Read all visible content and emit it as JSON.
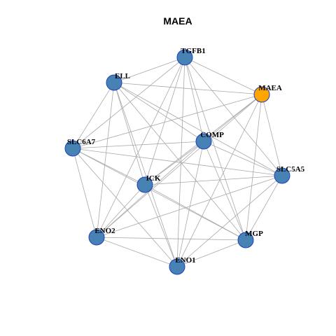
{
  "title": "MAEA",
  "colors": {
    "node_default": "#4682b4",
    "node_focus": "#ffa500",
    "node_border": "#1f3fbf",
    "edge": "#a9a9a9"
  },
  "focus_node": "MAEA",
  "nodes": [
    {
      "id": "TGFB1",
      "label": "TGFB1"
    },
    {
      "id": "ELL",
      "label": "ELL"
    },
    {
      "id": "MAEA",
      "label": "MAEA"
    },
    {
      "id": "COMP",
      "label": "COMP"
    },
    {
      "id": "SLC6A7",
      "label": "SLC6A7"
    },
    {
      "id": "SLC5A5",
      "label": "SLC5A5"
    },
    {
      "id": "ICK",
      "label": "ICK"
    },
    {
      "id": "ENO2",
      "label": "ENO2"
    },
    {
      "id": "MGP",
      "label": "MGP"
    },
    {
      "id": "ENO1",
      "label": "ENO1"
    }
  ],
  "edges": [
    [
      "TGFB1",
      "ELL"
    ],
    [
      "TGFB1",
      "MAEA"
    ],
    [
      "TGFB1",
      "COMP"
    ],
    [
      "TGFB1",
      "SLC6A7"
    ],
    [
      "TGFB1",
      "SLC5A5"
    ],
    [
      "TGFB1",
      "ICK"
    ],
    [
      "TGFB1",
      "ENO2"
    ],
    [
      "TGFB1",
      "MGP"
    ],
    [
      "TGFB1",
      "ENO1"
    ],
    [
      "ELL",
      "MAEA"
    ],
    [
      "ELL",
      "COMP"
    ],
    [
      "ELL",
      "SLC6A7"
    ],
    [
      "ELL",
      "SLC5A5"
    ],
    [
      "ELL",
      "ICK"
    ],
    [
      "ELL",
      "ENO2"
    ],
    [
      "ELL",
      "MGP"
    ],
    [
      "ELL",
      "ENO1"
    ],
    [
      "MAEA",
      "COMP"
    ],
    [
      "MAEA",
      "SLC6A7"
    ],
    [
      "MAEA",
      "SLC5A5"
    ],
    [
      "MAEA",
      "ICK"
    ],
    [
      "MAEA",
      "ENO2"
    ],
    [
      "MAEA",
      "MGP"
    ],
    [
      "MAEA",
      "ENO1"
    ],
    [
      "COMP",
      "SLC6A7"
    ],
    [
      "COMP",
      "SLC5A5"
    ],
    [
      "COMP",
      "ICK"
    ],
    [
      "COMP",
      "ENO2"
    ],
    [
      "COMP",
      "MGP"
    ],
    [
      "COMP",
      "ENO1"
    ],
    [
      "SLC6A7",
      "SLC5A5"
    ],
    [
      "SLC6A7",
      "ICK"
    ],
    [
      "SLC6A7",
      "ENO2"
    ],
    [
      "SLC6A7",
      "MGP"
    ],
    [
      "SLC6A7",
      "ENO1"
    ],
    [
      "SLC5A5",
      "ICK"
    ],
    [
      "SLC5A5",
      "ENO2"
    ],
    [
      "SLC5A5",
      "MGP"
    ],
    [
      "SLC5A5",
      "ENO1"
    ],
    [
      "ICK",
      "ENO2"
    ],
    [
      "ICK",
      "MGP"
    ],
    [
      "ICK",
      "ENO1"
    ],
    [
      "ENO2",
      "MGP"
    ],
    [
      "ENO2",
      "ENO1"
    ],
    [
      "MGP",
      "ENO1"
    ]
  ]
}
